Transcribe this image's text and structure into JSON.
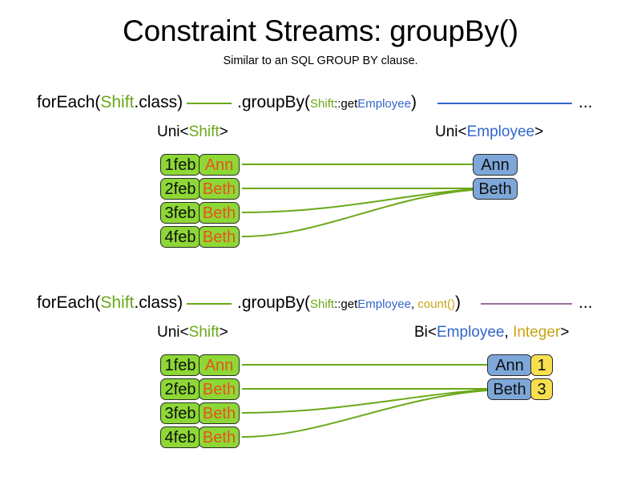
{
  "header": {
    "title": "Constraint Streams: groupBy()",
    "subtitle": "Similar to an SQL GROUP BY clause."
  },
  "diagram_type": "flow-diagram",
  "colors": {
    "fact_green": "#8dd835",
    "employee_blue": "#7da7d9",
    "count_yellow": "#f7e04f",
    "text_orange": "#e8511f",
    "type_green": "#6aa818",
    "type_blue": "#3366cc",
    "type_gold": "#c8a415",
    "connector_green": "#6aa818",
    "connector_purple": "#9a6f9a",
    "border": "#2b2b2b"
  },
  "examples": [
    {
      "id": "groupby-key-only",
      "code": {
        "foreach_prefix": "forEach(",
        "foreach_type": "Shift",
        "foreach_suffix": ".class)",
        "groupby_prefix": ".groupBy(",
        "mapper_type": "Shift",
        "mapper_sep": "::get",
        "mapper_prop": "Employee",
        "groupby_suffix": ")",
        "ellipsis": "..."
      },
      "left_label": {
        "outer_open": "Uni<",
        "generic": "Shift",
        "outer_close": ">"
      },
      "right_label": {
        "outer_open": "Uni<",
        "generic": "Employee",
        "outer_close": ">"
      },
      "shifts": [
        {
          "date": "1feb",
          "employee": "Ann"
        },
        {
          "date": "2feb",
          "employee": "Beth"
        },
        {
          "date": "3feb",
          "employee": "Beth"
        },
        {
          "date": "4feb",
          "employee": "Beth"
        }
      ],
      "results": [
        {
          "employee": "Ann",
          "count": null
        },
        {
          "employee": "Beth",
          "count": null
        }
      ],
      "mappings": [
        {
          "from": 0,
          "to": 0
        },
        {
          "from": 1,
          "to": 1
        },
        {
          "from": 2,
          "to": 1
        },
        {
          "from": 3,
          "to": 1
        }
      ]
    },
    {
      "id": "groupby-key-and-count",
      "code": {
        "foreach_prefix": "forEach(",
        "foreach_type": "Shift",
        "foreach_suffix": ".class)",
        "groupby_prefix": ".groupBy(",
        "mapper_type": "Shift",
        "mapper_sep": "::get",
        "mapper_prop": "Employee",
        "collector_sep": ", ",
        "collector": "count()",
        "groupby_suffix": ")",
        "ellipsis": "..."
      },
      "left_label": {
        "outer_open": "Uni<",
        "generic": "Shift",
        "outer_close": ">"
      },
      "right_label": {
        "outer_open": "Bi<",
        "generic": "Employee",
        "generic_sep": ", ",
        "generic2": "Integer",
        "outer_close": ">"
      },
      "shifts": [
        {
          "date": "1feb",
          "employee": "Ann"
        },
        {
          "date": "2feb",
          "employee": "Beth"
        },
        {
          "date": "3feb",
          "employee": "Beth"
        },
        {
          "date": "4feb",
          "employee": "Beth"
        }
      ],
      "results": [
        {
          "employee": "Ann",
          "count": "1"
        },
        {
          "employee": "Beth",
          "count": "3"
        }
      ],
      "mappings": [
        {
          "from": 0,
          "to": 0
        },
        {
          "from": 1,
          "to": 1
        },
        {
          "from": 2,
          "to": 1
        },
        {
          "from": 3,
          "to": 1
        }
      ]
    }
  ]
}
